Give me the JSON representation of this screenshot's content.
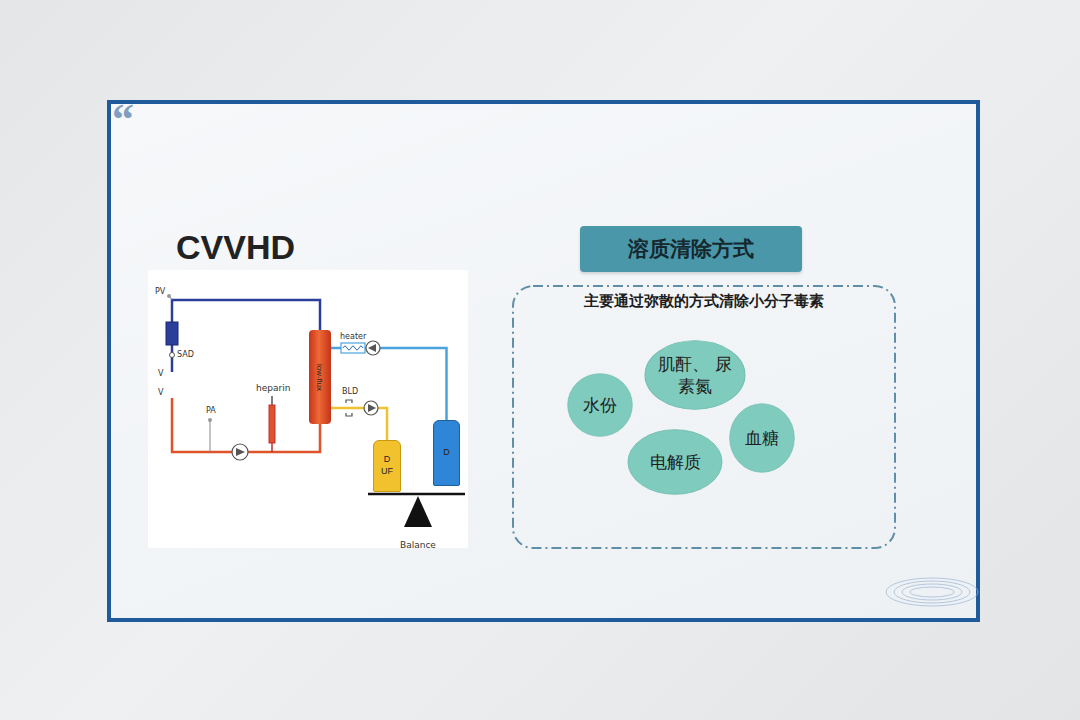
{
  "diagram": {
    "title": "CVVHD",
    "nodes": [
      {
        "text": [
          "low-flux"
        ]
      },
      {
        "text": [
          "D UF"
        ]
      },
      {
        "text": [
          "D"
        ]
      },
      {
        "text": [
          "溶质清除方式"
        ]
      },
      {
        "text": [
          "主要通过弥散的方式清除小分子毒素"
        ]
      },
      {
        "text": [
          "水份"
        ],
        "in": 4
      },
      {
        "text": [
          "肌酐、 尿素氮"
        ],
        "in": 4
      },
      {
        "text": [
          "电解质"
        ],
        "in": 4
      },
      {
        "text": [
          "血糖"
        ],
        "in": 4
      }
    ],
    "edges": [
      {
        "from": 2,
        "to": 0,
        "arrow": "none"
      },
      {
        "from": 0,
        "to": 1,
        "arrow": "none"
      }
    ],
    "labels": [
      "“",
      "PV",
      "SAD",
      "V",
      "V",
      "heparin",
      "PA",
      "heater",
      "BLD",
      "Balance"
    ]
  }
}
